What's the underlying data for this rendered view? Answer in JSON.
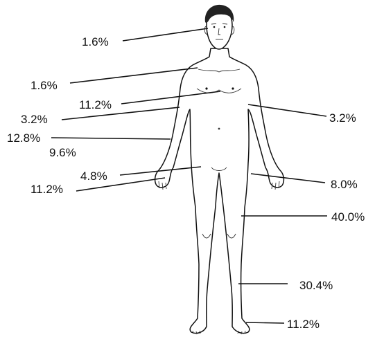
{
  "labels": [
    {
      "id": "head",
      "text": "1.6%"
    },
    {
      "id": "upper-chest",
      "text": "1.6%"
    },
    {
      "id": "chest",
      "text": "11.2%"
    },
    {
      "id": "left-upper-arm",
      "text": "3.2%"
    },
    {
      "id": "right-upper-arm",
      "text": "3.2%"
    },
    {
      "id": "left-flank",
      "text": "12.8%"
    },
    {
      "id": "left-forearm",
      "text": "9.6%"
    },
    {
      "id": "groin",
      "text": "4.8%"
    },
    {
      "id": "left-hand",
      "text": "11.2%"
    },
    {
      "id": "right-hand",
      "text": "8.0%"
    },
    {
      "id": "thigh",
      "text": "40.0%"
    },
    {
      "id": "lower-leg",
      "text": "30.4%"
    },
    {
      "id": "foot",
      "text": "11.2%"
    }
  ],
  "colors": {
    "ink": "#111111",
    "background": "#ffffff"
  }
}
